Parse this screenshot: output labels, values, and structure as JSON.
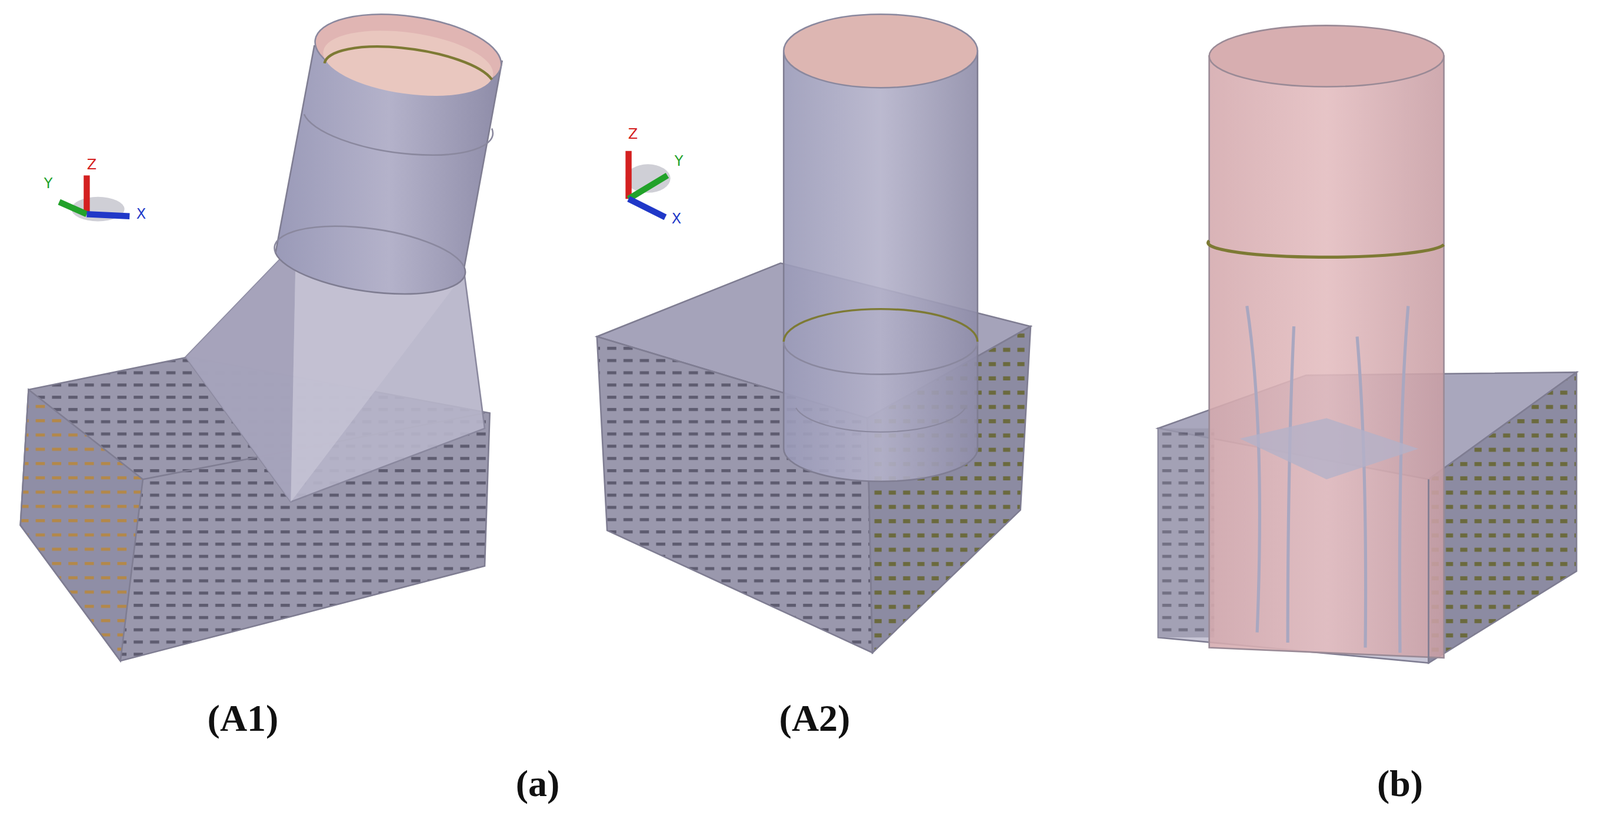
{
  "diagram": {
    "labels": [
      "Z",
      "Y",
      "X",
      "Z",
      "Y",
      "X",
      "(A1)",
      "(A2)",
      "(a)",
      "(b)"
    ]
  }
}
